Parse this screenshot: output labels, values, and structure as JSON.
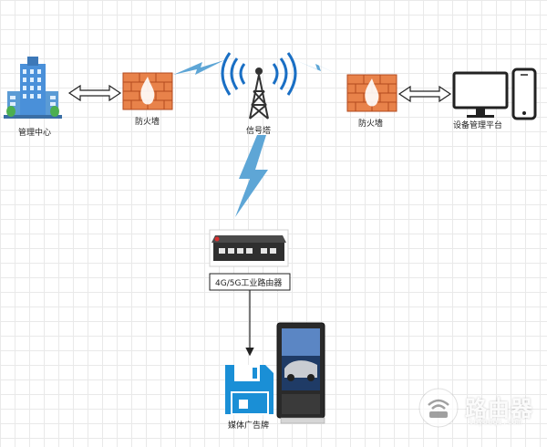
{
  "nodes": {
    "management_center": "管理中心",
    "firewall_left": "防火墙",
    "signal_tower": "信号塔",
    "firewall_right": "防火墙",
    "device_platform": "设备管理平台",
    "router": "4G/5G工业路由器",
    "media_ad": "媒体广告牌"
  },
  "watermark": {
    "brand": "路由器",
    "domain": "luyouqi.com"
  },
  "colors": {
    "lightning": "#5ea6d6",
    "firewall": "#e06a36",
    "tower": "#333333",
    "floppy": "#1a8fd6",
    "building": "#4a90d9"
  }
}
